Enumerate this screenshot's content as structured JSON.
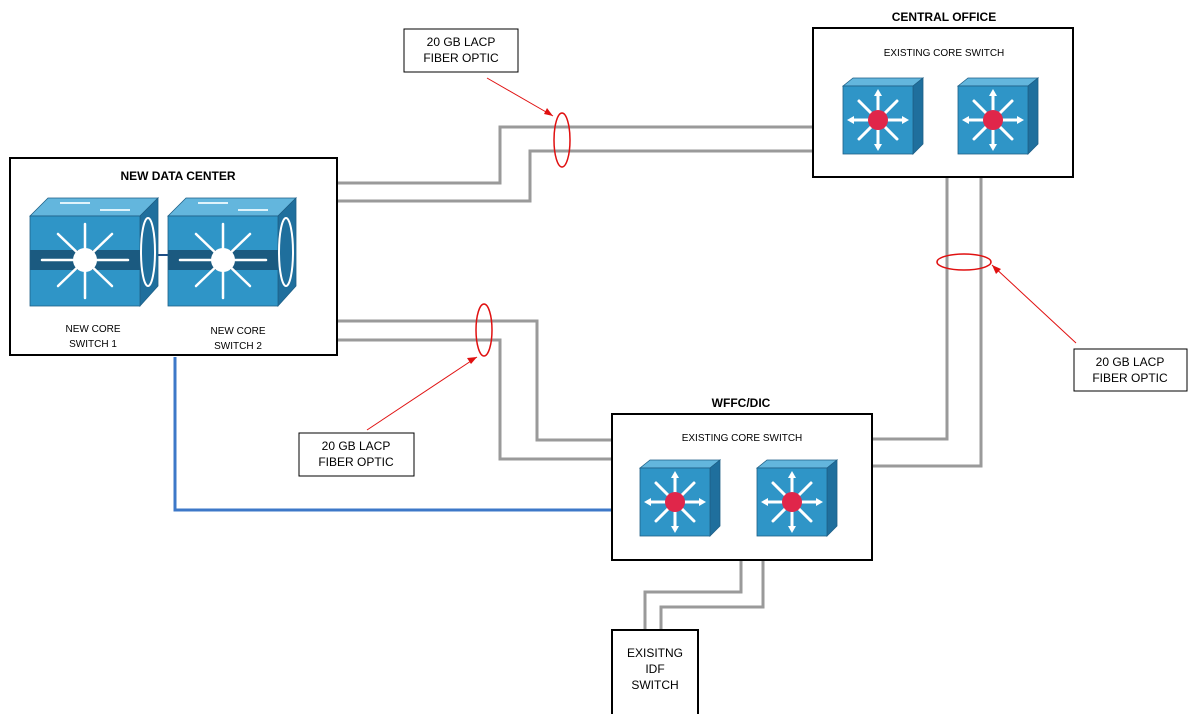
{
  "colors": {
    "fiber": "#9a9a9a",
    "copper_link": "#3d78c8",
    "callout": "#e01010",
    "switch_face": "#2f95c7",
    "switch_side": "#1f6f9d",
    "switch_top": "#63b6dd",
    "hub_red": "#e0264a"
  },
  "sites": {
    "new_dc": {
      "title": "NEW DATA CENTER",
      "switch1_line1": "NEW CORE",
      "switch1_line2": "SWITCH 1",
      "switch2_line1": "NEW CORE",
      "switch2_line2": "SWITCH 2"
    },
    "central": {
      "title": "CENTRAL OFFICE",
      "subtitle": "EXISTING CORE SWITCH"
    },
    "wffc": {
      "title": "WFFC/DIC",
      "subtitle": "EXISTING CORE SWITCH"
    },
    "idf": {
      "line1": "EXISITNG",
      "line2": "IDF",
      "line3": "SWITCH"
    }
  },
  "callouts": [
    {
      "line1": "20 GB LACP",
      "line2": "FIBER OPTIC"
    },
    {
      "line1": "20 GB LACP",
      "line2": "FIBER OPTIC"
    },
    {
      "line1": "20 GB LACP",
      "line2": "FIBER OPTIC"
    }
  ],
  "icons": [
    "layer3-switch-icon",
    "multilayer-switch-icon"
  ]
}
